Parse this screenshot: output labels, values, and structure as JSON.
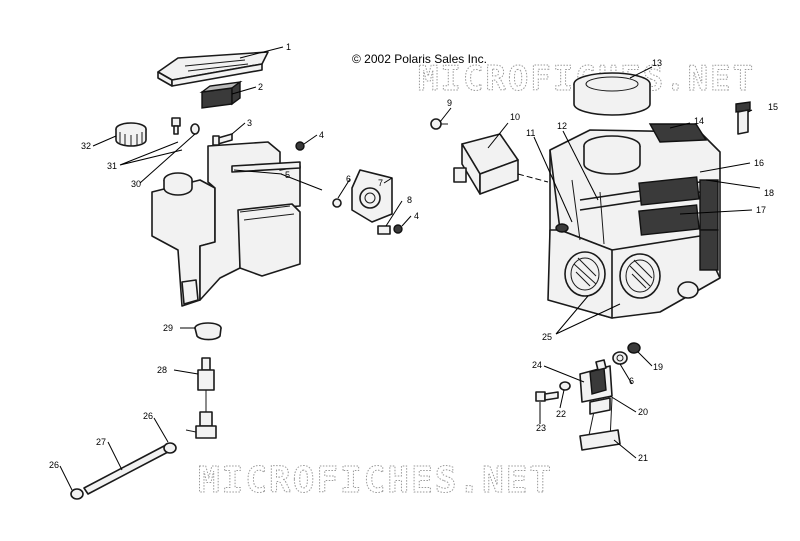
{
  "copyright": "© 2002 Polaris Sales Inc.",
  "watermark": "MICROFICHES.NET",
  "callouts": {
    "c1": "1",
    "c2": "2",
    "c3": "3",
    "c4a": "4",
    "c4b": "4",
    "c5": "5",
    "c6a": "6",
    "c6b": "6",
    "c7": "7",
    "c8": "8",
    "c9": "9",
    "c10": "10",
    "c11": "11",
    "c12": "12",
    "c13": "13",
    "c14": "14",
    "c15": "15",
    "c16": "16",
    "c17": "17",
    "c18": "18",
    "c19": "19",
    "c20": "20",
    "c21": "21",
    "c22": "22",
    "c23": "23",
    "c24": "24",
    "c25": "25",
    "c26a": "26",
    "c26b": "26",
    "c27": "27",
    "c28": "28",
    "c29": "29",
    "c30": "30",
    "c31": "31",
    "c32": "32"
  }
}
